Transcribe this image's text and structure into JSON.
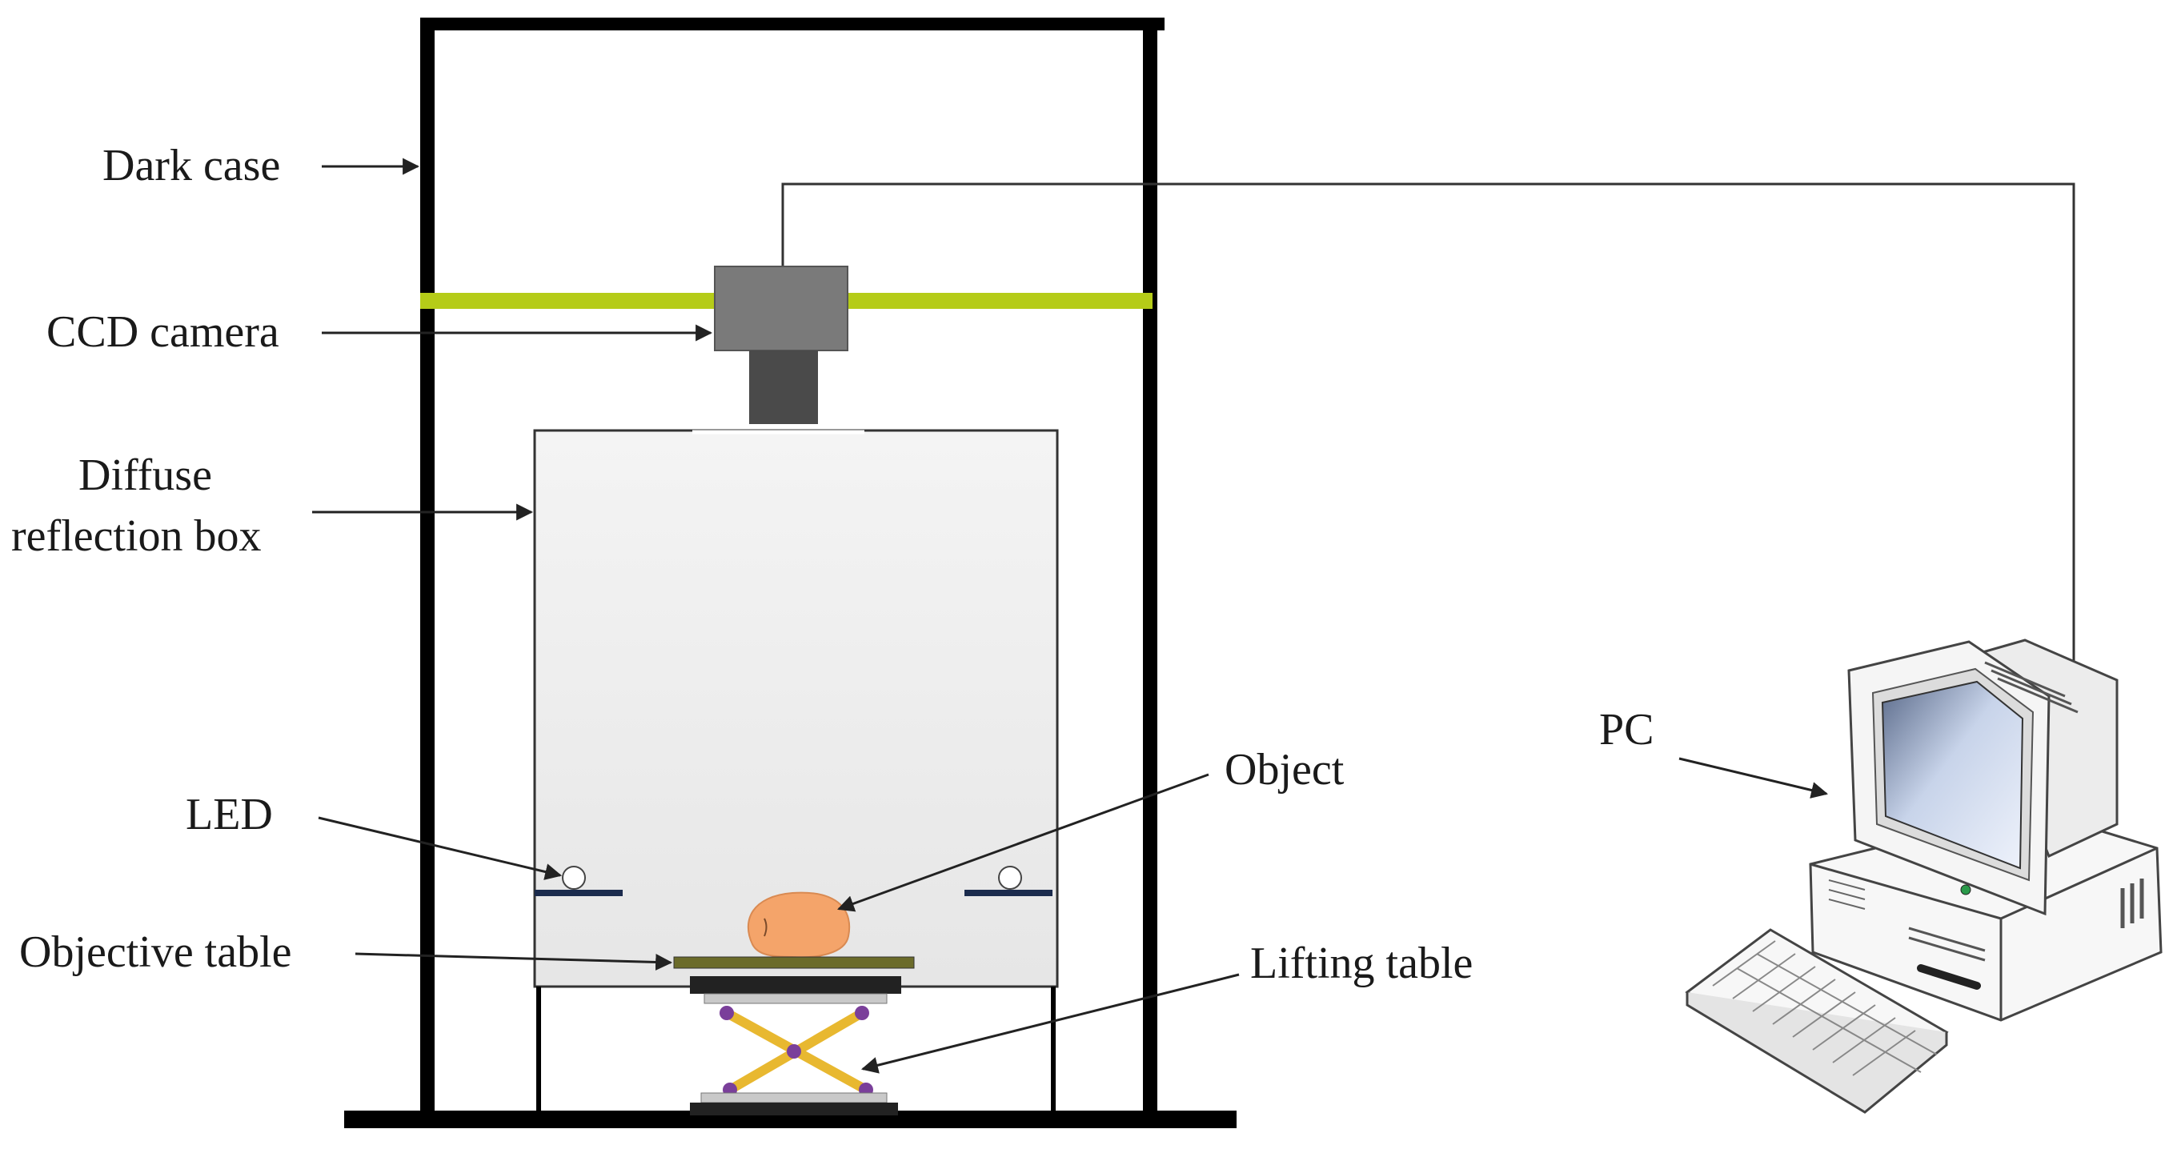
{
  "labels": {
    "dark_case": "Dark case",
    "ccd_camera": "CCD camera",
    "diffuse_line1": "Diffuse",
    "diffuse_line2": "reflection box",
    "led": "LED",
    "object": "Object",
    "objective_table": "Objective table",
    "lifting_table": "Lifting table",
    "pc": "PC"
  },
  "colors": {
    "frame": "#000000",
    "rail": "#b5cc18",
    "camera_body": "#7a7a7a",
    "camera_lens": "#4a4a4a",
    "box_fill": "#ececec",
    "led_bar": "#1b2b4d",
    "object_fill": "#f4a46a",
    "stage_top": "#6b6b2a",
    "scissor": "#e8b830",
    "joint": "#7a3f9a"
  }
}
